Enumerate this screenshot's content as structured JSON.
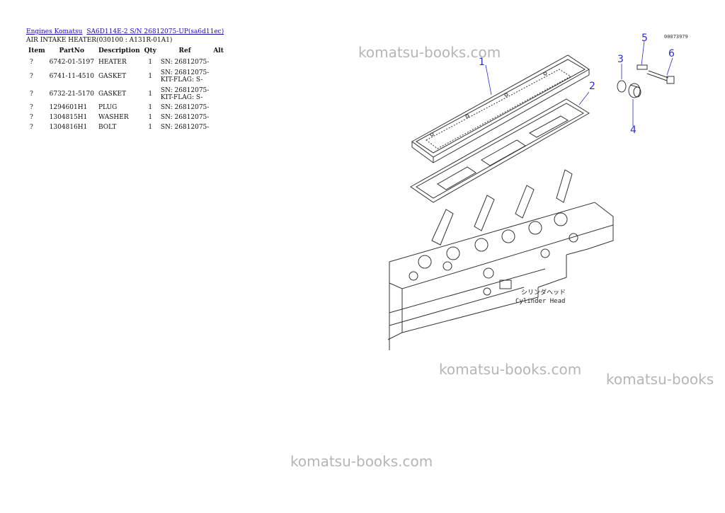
{
  "breadcrumb": {
    "link1": "Engines Komatsu",
    "link2": "SA6D114E-2 S/N 26812075-UP(sa6d11ec)"
  },
  "section_title": "AIR INTAKE HEATER(030100 : A131R-01A1)",
  "table": {
    "headers": [
      "Item",
      "PartNo",
      "Description",
      "Qty",
      "Ref",
      "Alt"
    ],
    "rows": [
      {
        "item": "?",
        "part_no": "6742-01-5197",
        "description": "HEATER",
        "qty": "1",
        "ref": "SN: 26812075-",
        "ref2": ""
      },
      {
        "item": "?",
        "part_no": "6741-11-4510",
        "description": "GASKET",
        "qty": "1",
        "ref": "SN: 26812075-",
        "ref2": "KIT-FLAG: S-"
      },
      {
        "item": "?",
        "part_no": "6732-21-5170",
        "description": "GASKET",
        "qty": "1",
        "ref": "SN: 26812075-",
        "ref2": "KIT-FLAG: S-"
      },
      {
        "item": "?",
        "part_no": "1294601H1",
        "description": "PLUG",
        "qty": "1",
        "ref": "SN: 26812075-",
        "ref2": ""
      },
      {
        "item": "?",
        "part_no": "1304815H1",
        "description": "WASHER",
        "qty": "1",
        "ref": "SN: 26812075-",
        "ref2": ""
      },
      {
        "item": "?",
        "part_no": "1304816H1",
        "description": "BOLT",
        "qty": "1",
        "ref": "SN: 26812075-",
        "ref2": ""
      }
    ]
  },
  "watermarks": [
    "komatsu-books.com",
    "komatsu-books.com",
    "komatsu-books",
    "komatsu-books.com"
  ],
  "drawing": {
    "code": "00073979",
    "callouts": [
      "1",
      "2",
      "3",
      "4",
      "5",
      "6"
    ],
    "label_jp": "シリンダヘッド",
    "label_en": "Cylinder Head"
  },
  "colors": {
    "link": "#1a0dab",
    "callout": "#2a2ad0",
    "watermark": "#8c8c8c"
  }
}
